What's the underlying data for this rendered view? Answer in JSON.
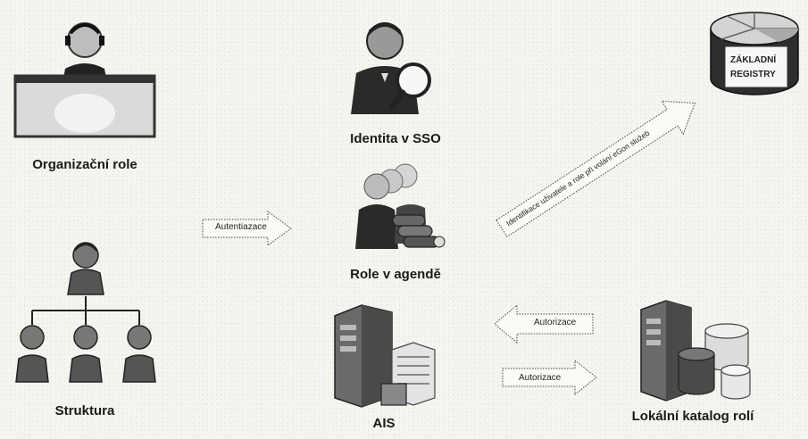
{
  "nodes": {
    "org_role": "Organizační role",
    "structure": "Struktura",
    "identity": "Identita v SSO",
    "agenda_role": "Role v agendě",
    "ais": "AIS",
    "local_catalog": "Lokální katalog rolí",
    "base_registers_line1": "ZÁKLADNÍ",
    "base_registers_line2": "REGISTRY"
  },
  "arrows": {
    "authentication": "Autentiazace",
    "authorization_in": "Autorizace",
    "authorization_out": "Autorizace",
    "registry_call": "Identifikace uživatele a role při volání eGon služeb"
  },
  "icons": {
    "org_role": "receptionist-desk-icon",
    "structure": "org-chart-icon",
    "identity": "user-magnifier-icon",
    "agenda_role": "user-group-icon",
    "ais": "server-icon",
    "local_catalog": "server-database-icon",
    "base_registers": "database-registry-icon"
  },
  "colors": {
    "figure_dark": "#2b2b2b",
    "figure_mid": "#6f6f6f",
    "figure_light": "#d8d8d8",
    "background": "#f4f4f1"
  }
}
